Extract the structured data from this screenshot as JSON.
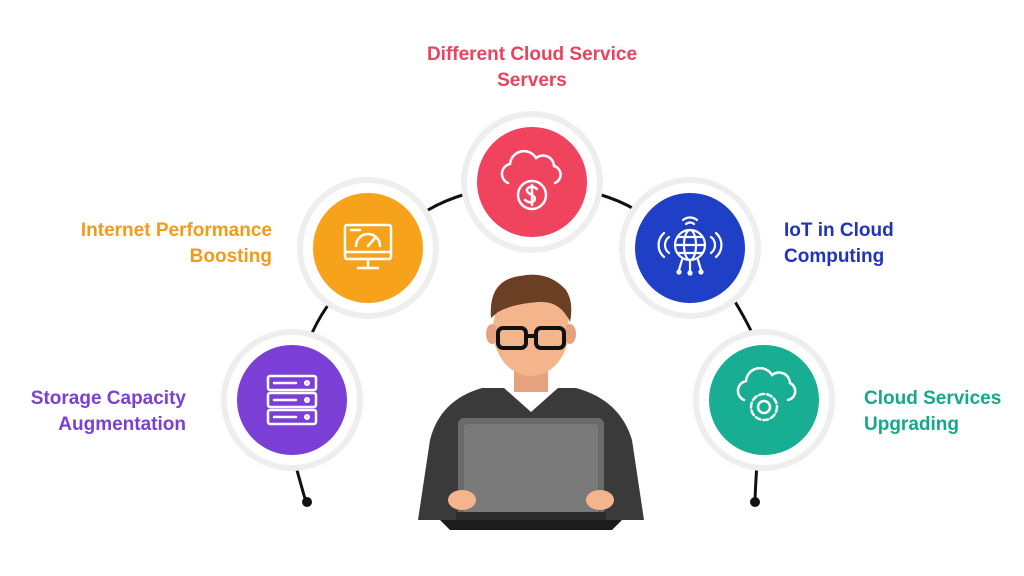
{
  "labels": {
    "top": {
      "line1": "Different Cloud Service",
      "line2": "Servers"
    },
    "upper_left": {
      "line1": "Internet Performance",
      "line2": "Boosting"
    },
    "upper_right": {
      "line1": "IoT in Cloud",
      "line2": "Computing"
    },
    "lower_left": {
      "line1": "Storage Capacity",
      "line2": "Augmentation"
    },
    "lower_right": {
      "line1": "Cloud Services",
      "line2": "Upgrading"
    }
  },
  "colors": {
    "red": "#f0435e",
    "orange": "#f7a21b",
    "blue": "#1f3fc7",
    "purple": "#7c3fd6",
    "teal": "#17ae94",
    "label_red": "#e9435d",
    "label_orange": "#f29a1c",
    "label_blue": "#2134b8",
    "label_purple": "#7a3fd3",
    "label_teal": "#15a88d"
  },
  "icons": {
    "top": "cloud-dollar-icon",
    "upper_left": "speedometer-monitor-icon",
    "upper_right": "iot-globe-icon",
    "lower_left": "server-rack-icon",
    "lower_right": "cloud-gear-icon"
  }
}
